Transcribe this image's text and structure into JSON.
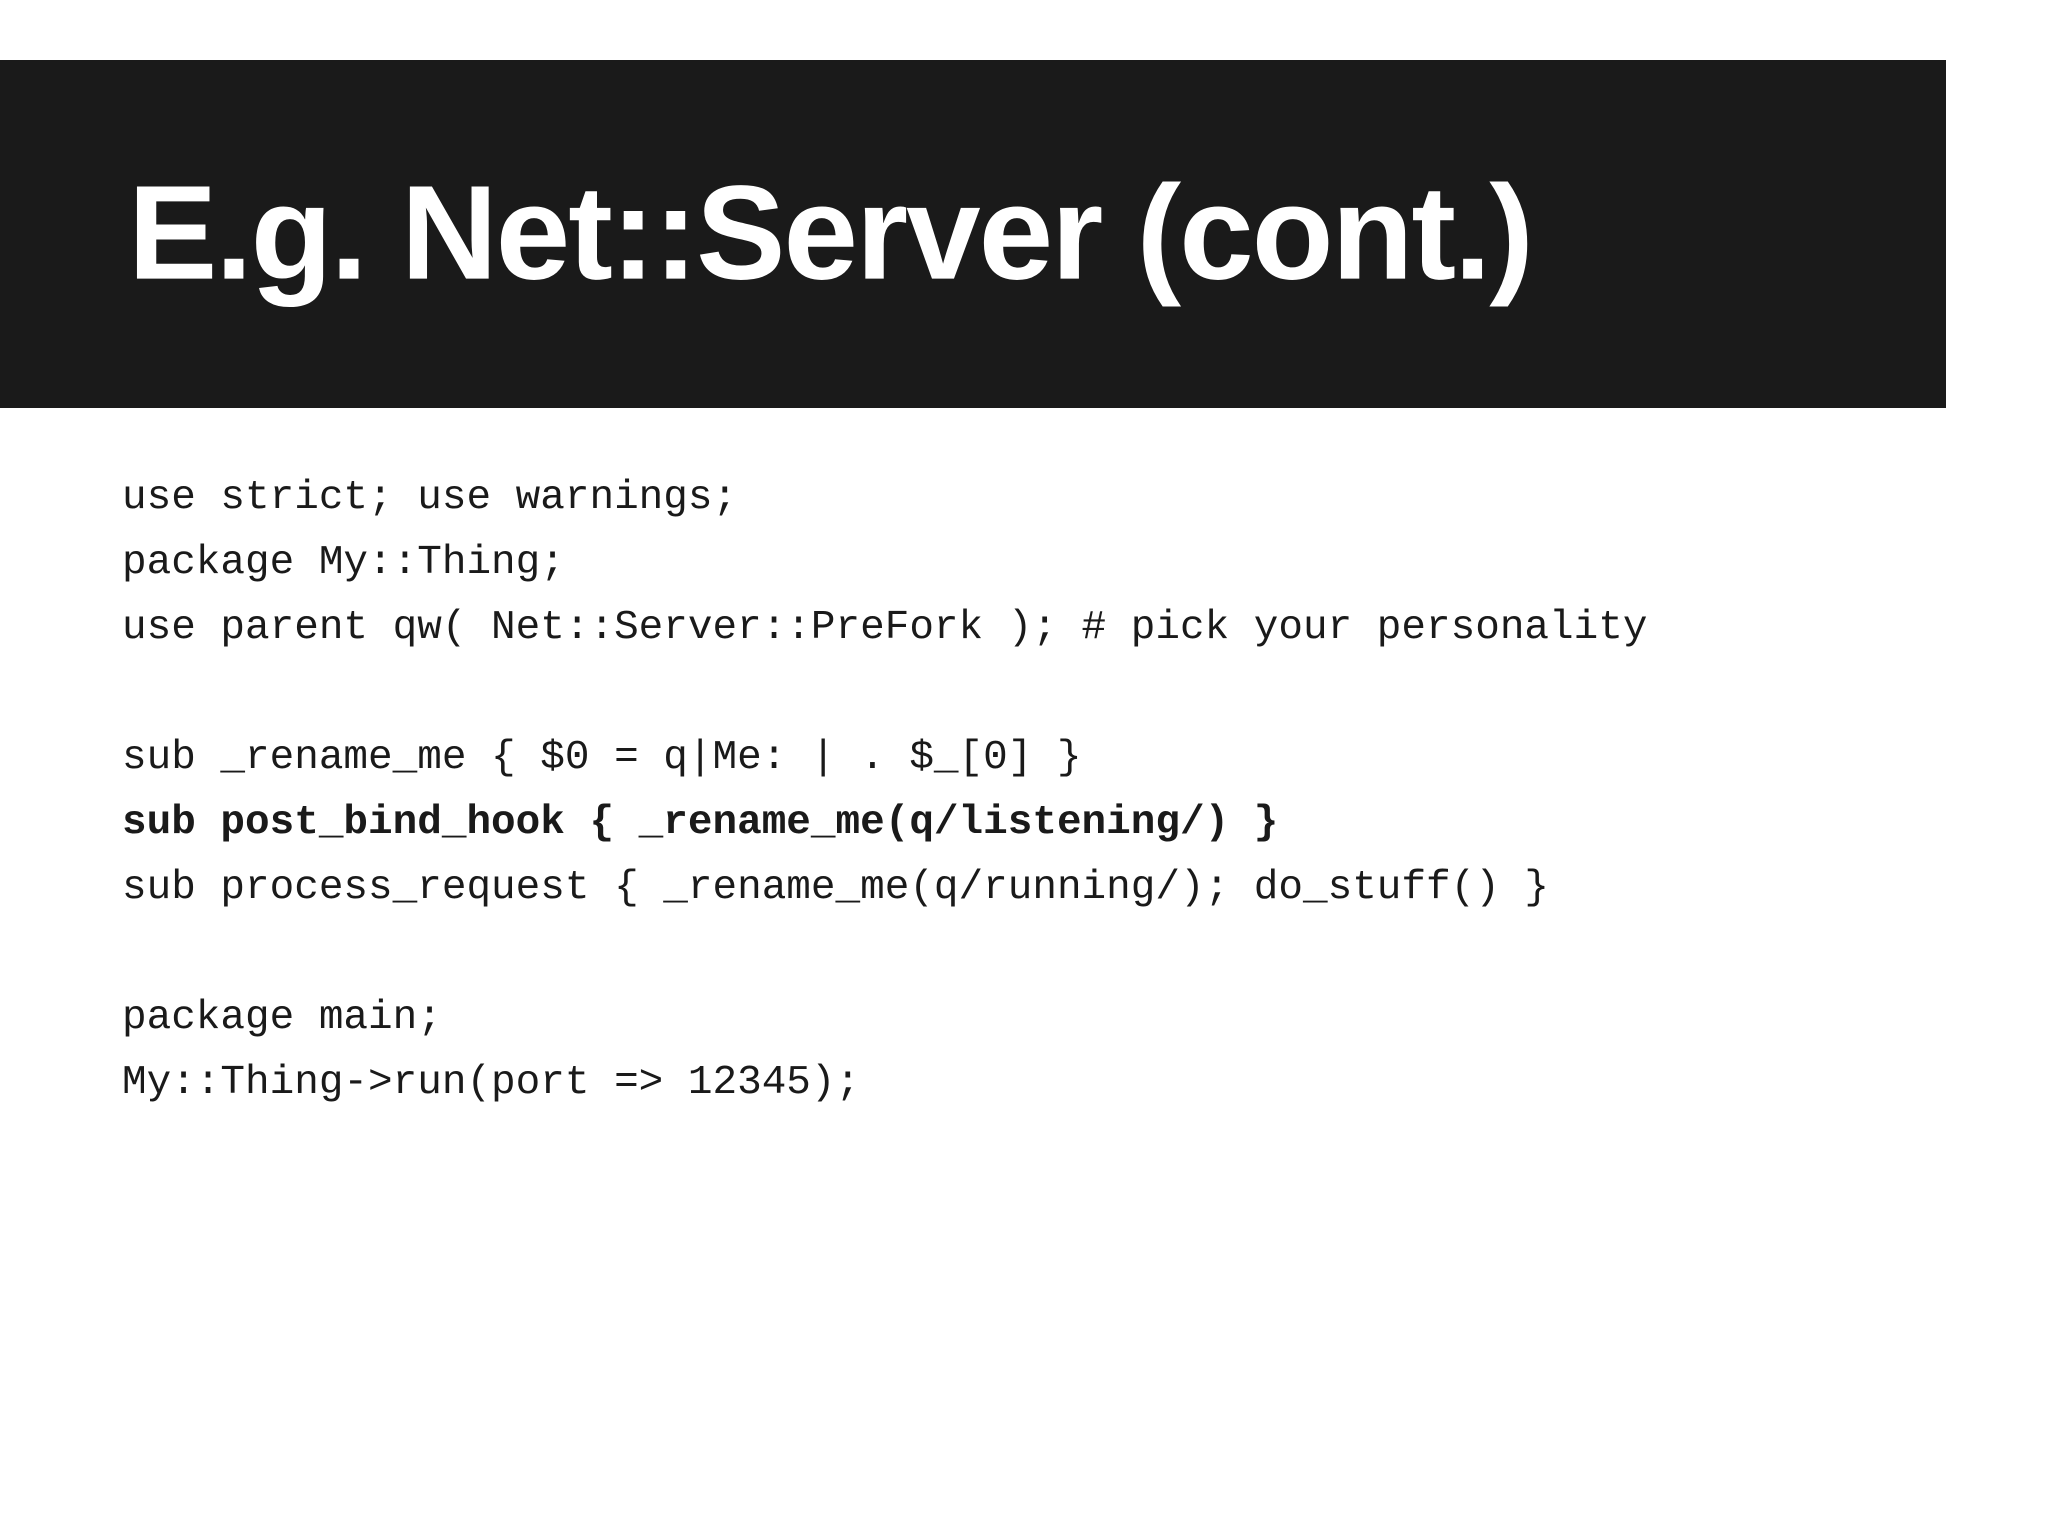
{
  "slide": {
    "title": "E.g. Net::Server (cont.)",
    "title_bar_color": "#1a1a1a",
    "title_text_color": "#ffffff",
    "background_color": "#ffffff",
    "code_text_color": "#1a1a1a"
  },
  "code": {
    "language": "perl",
    "lines": [
      {
        "text": "use strict; use warnings;",
        "bold": false
      },
      {
        "text": "package My::Thing;",
        "bold": false
      },
      {
        "text": "use parent qw( Net::Server::PreFork ); # pick your personality",
        "bold": false
      },
      {
        "text": "",
        "bold": false
      },
      {
        "text": "sub _rename_me { $0 = q|Me: | . $_[0] }",
        "bold": false
      },
      {
        "text": "sub post_bind_hook { _rename_me(q/listening/) }",
        "bold": true
      },
      {
        "text": "sub process_request { _rename_me(q/running/); do_stuff() }",
        "bold": false
      },
      {
        "text": "",
        "bold": false
      },
      {
        "text": "package main;",
        "bold": false
      },
      {
        "text": "My::Thing->run(port => 12345);",
        "bold": false
      }
    ]
  }
}
